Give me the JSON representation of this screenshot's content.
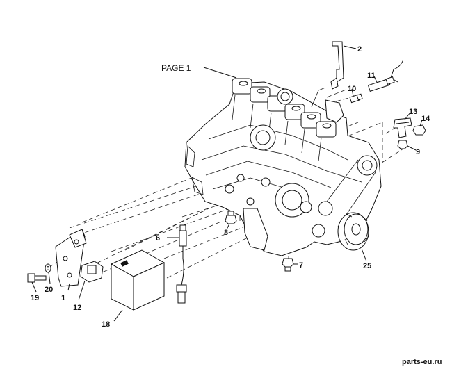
{
  "diagram": {
    "page_ref": "PAGE 1",
    "callouts": {
      "c1": "1",
      "c2": "2",
      "c6": "6",
      "c7": "7",
      "c8": "8",
      "c9": "9",
      "c10": "10",
      "c11": "11",
      "c12": "12",
      "c13": "13",
      "c14": "14",
      "c18": "18",
      "c19": "19",
      "c20": "20",
      "c25": "25"
    }
  },
  "watermark": "parts-eu.ru"
}
